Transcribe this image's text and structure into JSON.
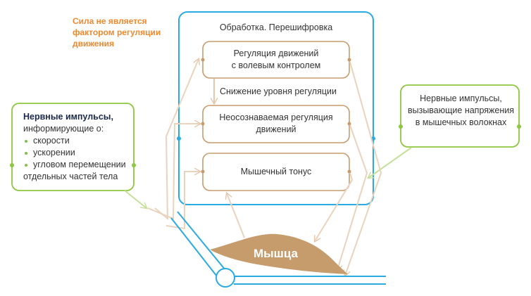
{
  "note": {
    "lines": [
      "Сила не является",
      "фактором регуляции",
      "движения"
    ]
  },
  "main_box": {
    "title": "Обработка. Перешифровка"
  },
  "boxes": {
    "voluntary": {
      "line1": "Регуляция движений",
      "line2": "с волевым контролем"
    },
    "between_label": "Снижение уровня регуляции",
    "unconscious": {
      "line1": "Неосознаваемая регуляция",
      "line2": "движений"
    },
    "tone": {
      "label": "Мышечный тонус"
    }
  },
  "left_box": {
    "head": "Нервные импульсы,",
    "sub": "информирующие о:",
    "items": [
      "скорости",
      "ускорении",
      "угловом перемещении"
    ],
    "tail": "отдельных частей тела"
  },
  "right_box": {
    "lines": [
      "Нервные импульсы,",
      "вызывающие напряжения",
      "в мышечных волокнах"
    ]
  },
  "muscle": {
    "label": "Мышца"
  },
  "colors": {
    "orange": "#f2872b",
    "blue": "#29abe2",
    "green": "#8dc63f",
    "brown": "#c69c6d",
    "arrow": "#ead3bd",
    "muscle": "#c69c6d"
  }
}
